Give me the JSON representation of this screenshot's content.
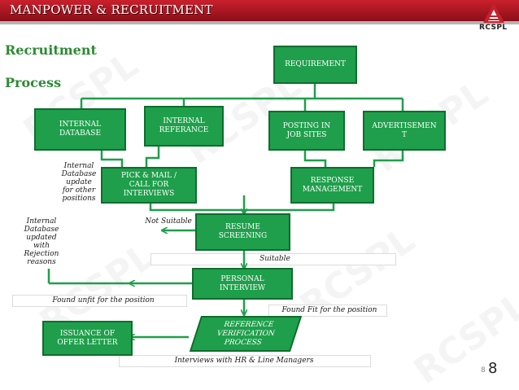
{
  "header": {
    "title": "MANPOWER & RECRUITMENT",
    "logo_text": "RCSPL"
  },
  "slide_title": {
    "line1": "Recruitment",
    "line2": "Process"
  },
  "watermark": "RCSPL",
  "boxes": {
    "requirement": "REQUIREMENT",
    "internal_database": "INTERNAL\nDATABASE",
    "internal_referance": "INTERNAL\nREFERANCE",
    "posting_job_sites": "POSTING IN\nJOB SITES",
    "advertisement": "ADVERTISEMEN\nT",
    "pick_mail": "PICK & MAIL /\nCALL FOR\nINTERVIEWS",
    "response_management": "RESPONSE\nMANAGEMENT",
    "resume_screening": "RESUME\nSCREENING",
    "personal_interview": "PERSONAL\nINTERVIEW",
    "reference_verification": "REFERENCE\nVERIFICATION\nPROCESS",
    "issuance_offer": "ISSUANCE OF\nOFFER LETTER"
  },
  "notes": {
    "internal_db_update": "Internal\nDatabase\nupdate\nfor other\npositions",
    "internal_db_rejection": "Internal\nDatabase\nupdated\nwith\nRejection\nreasons",
    "not_suitable": "Not Suitable",
    "suitable": "Suitable",
    "found_unfit": "Found  unfit for the position",
    "found_fit": "Found Fit for the position",
    "interviews_with": "Interviews with  HR & Line Managers"
  },
  "page_number": {
    "small": "8",
    "large": "8"
  },
  "colors": {
    "box_fill": "#1f9f4b",
    "box_border": "#0d6e2e",
    "header_red": "#b0141f",
    "title_green": "#2d8a34",
    "line": "#1f9f4b"
  }
}
